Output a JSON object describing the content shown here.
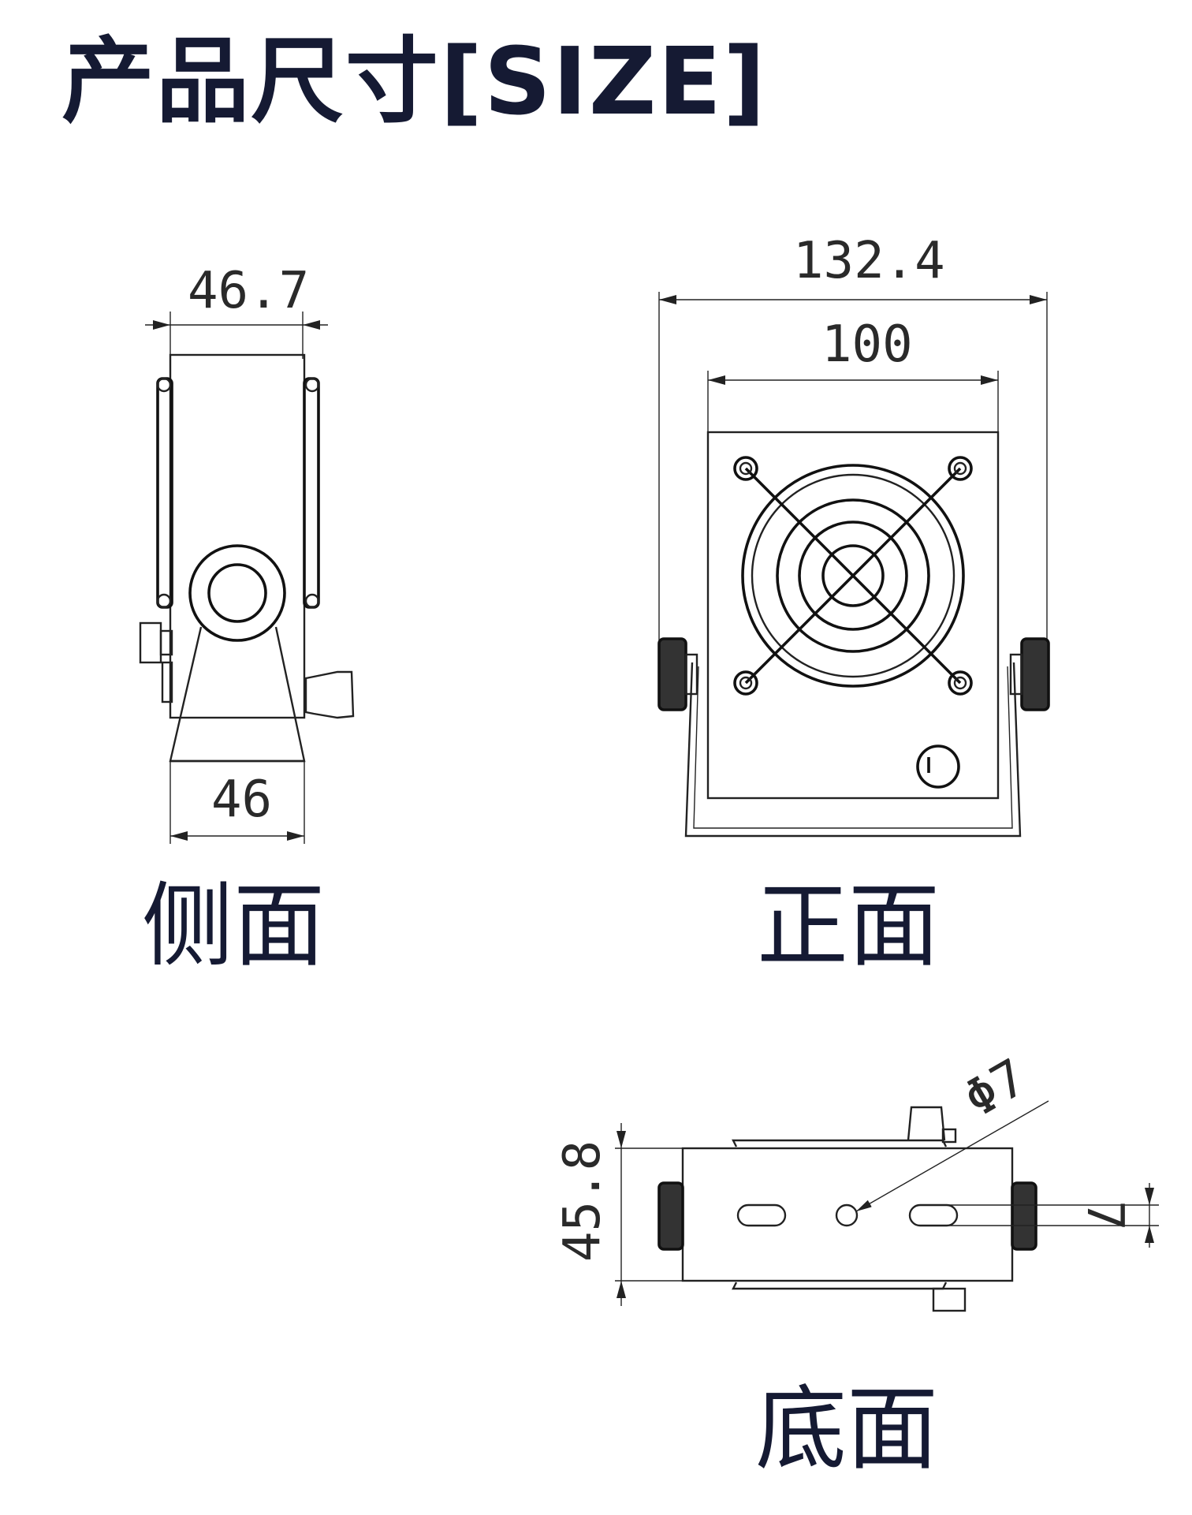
{
  "title": "产品尺寸[SIZE]",
  "views": {
    "side": {
      "label": "侧面",
      "dims": {
        "top_width": "46.7",
        "base_width": "46"
      }
    },
    "front": {
      "label": "正面",
      "dims": {
        "overall_width": "132.4",
        "body_width": "100"
      }
    },
    "bottom": {
      "label": "底面",
      "dims": {
        "height": "45.8",
        "hole_diameter": "Φ7",
        "slot_width": "7"
      }
    }
  },
  "colors": {
    "ink": "#151a33",
    "line": "#222222"
  }
}
